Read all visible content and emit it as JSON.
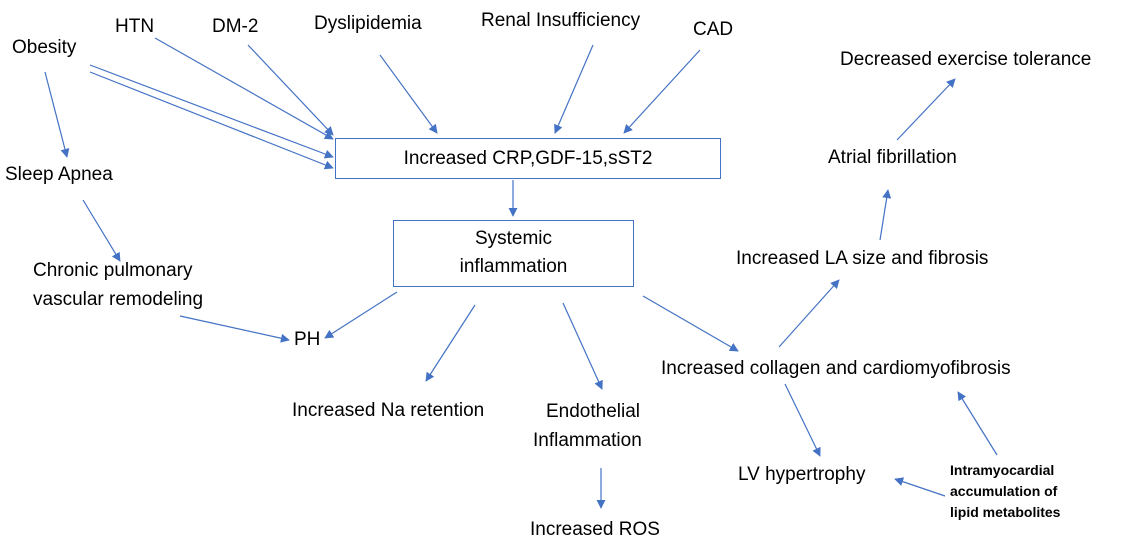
{
  "colors": {
    "arrow": "#4472c4",
    "box_border": "#4472c4",
    "text": "#000000"
  },
  "nodes": {
    "obesity": "Obesity",
    "htn": "HTN",
    "dm2": "DM-2",
    "dyslipidemia": "Dyslipidemia",
    "renal": "Renal Insufficiency",
    "cad": "CAD",
    "markers_box": "Increased CRP,GDF-15,sST2",
    "sleep_apnea": "Sleep Apnea",
    "chronic_pulm_line1": "Chronic pulmonary",
    "chronic_pulm_line2": "vascular remodeling",
    "systemic_line1": "Systemic",
    "systemic_line2": "inflammation",
    "ph": "PH",
    "na_retention": "Increased Na retention",
    "endothelial_line1": "Endothelial",
    "endothelial_line2": "Inflammation",
    "ros": "Increased ROS",
    "collagen": "Increased collagen and cardiomyofibrosis",
    "lv_hypertrophy": "LV hypertrophy",
    "lipid_line1": "Intramyocardial",
    "lipid_line2": "accumulation of",
    "lipid_line3": "lipid metabolites",
    "la_size": "Increased LA size and fibrosis",
    "afib": "Atrial fibrillation",
    "exercise": "Decreased exercise tolerance"
  }
}
